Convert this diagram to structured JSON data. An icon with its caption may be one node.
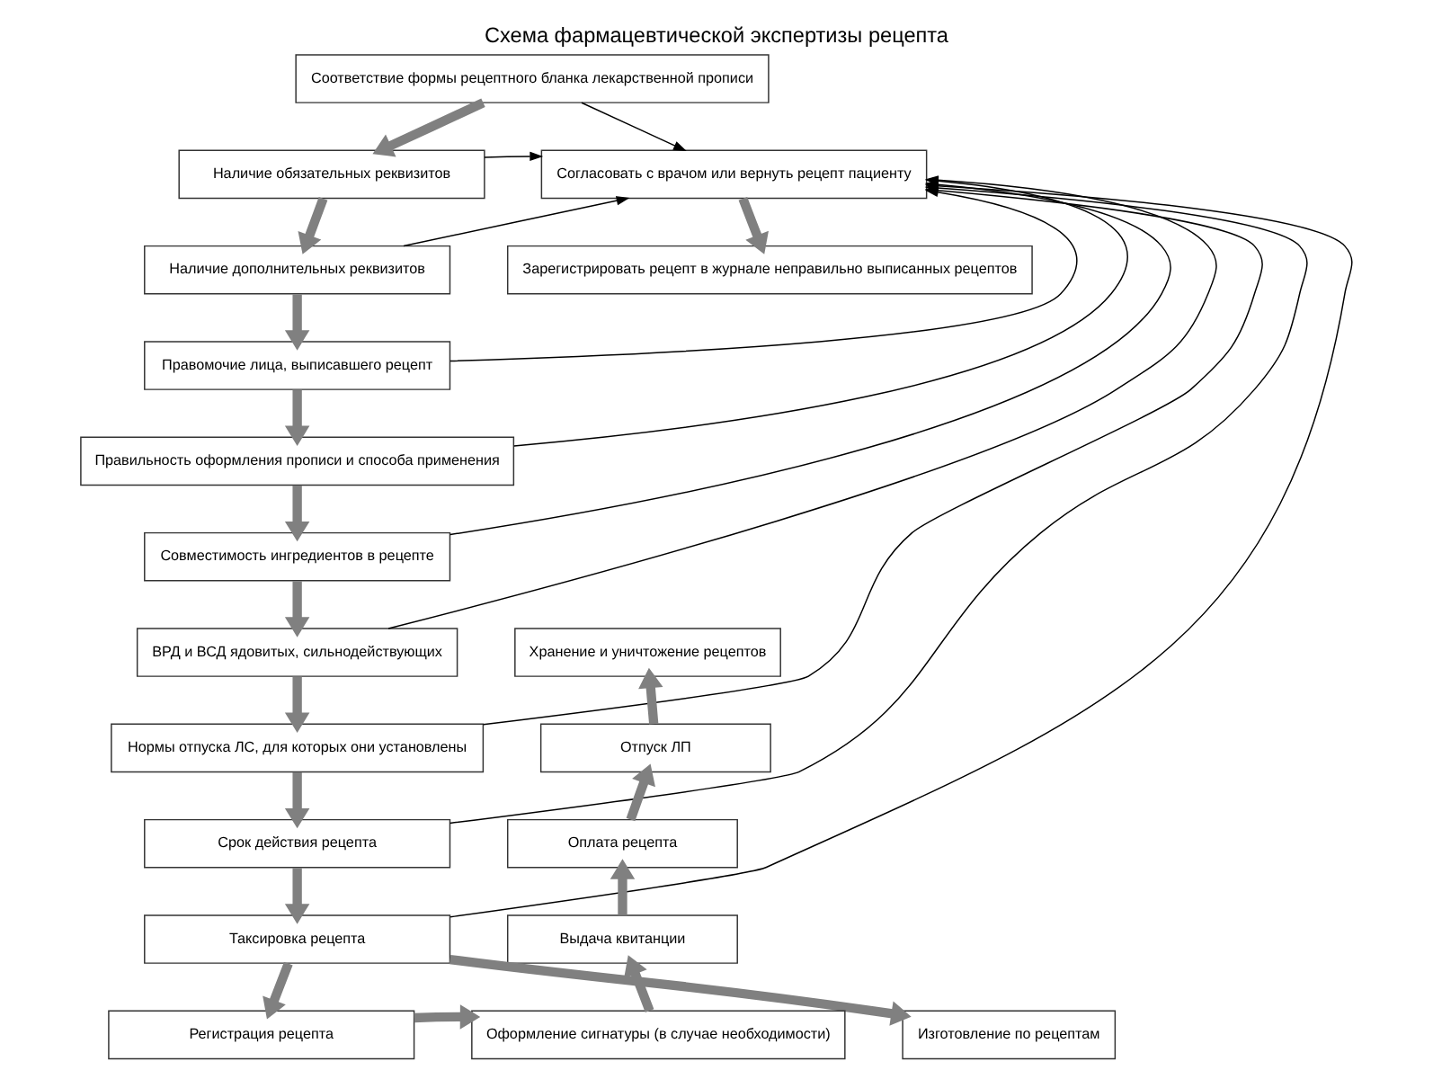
{
  "diagram": {
    "title": "Схема фармацевтической экспертизы рецепта",
    "nodes": [
      {
        "text": [
          "Соответствие формы рецептного бланка лекарственной прописи"
        ]
      },
      {
        "text": [
          "Наличие обязательных реквизитов"
        ]
      },
      {
        "text": [
          "Наличие дополнительных реквизитов"
        ]
      },
      {
        "text": [
          "Правомочие лица, выписавшего рецепт"
        ]
      },
      {
        "text": [
          "Правильность оформления прописи и способа применения"
        ]
      },
      {
        "text": [
          "Совместимость ингредиентов в рецепте"
        ]
      },
      {
        "text": [
          "ВРД и ВСД ядовитых, сильнодействующих"
        ]
      },
      {
        "text": [
          "Нормы отпуска ЛС, для которых они установлены"
        ]
      },
      {
        "text": [
          "Срок действия рецепта"
        ]
      },
      {
        "text": [
          "Таксировка рецепта"
        ]
      },
      {
        "text": [
          "Регистрация рецепта"
        ]
      },
      {
        "text": [
          "Согласовать с врачом или вернуть рецепт пациенту"
        ]
      },
      {
        "text": [
          "Зарегистрировать рецепт в журнале неправильно выписанных рецептов"
        ]
      },
      {
        "text": [
          "Хранение и уничтожение рецептов"
        ]
      },
      {
        "text": [
          "Отпуск ЛП"
        ]
      },
      {
        "text": [
          "Оплата рецепта"
        ]
      },
      {
        "text": [
          "Выдача квитанции"
        ]
      },
      {
        "text": [
          "Оформление сигнатуры (в случае необходимости)"
        ]
      },
      {
        "text": [
          "Изготовление по рецептам"
        ]
      }
    ],
    "edges": [
      {
        "from": 0,
        "to": 1,
        "arrow": "to"
      },
      {
        "from": 1,
        "to": 2,
        "arrow": "to"
      },
      {
        "from": 2,
        "to": 3,
        "arrow": "to"
      },
      {
        "from": 3,
        "to": 4,
        "arrow": "to"
      },
      {
        "from": 4,
        "to": 5,
        "arrow": "to"
      },
      {
        "from": 5,
        "to": 6,
        "arrow": "to"
      },
      {
        "from": 6,
        "to": 7,
        "arrow": "to"
      },
      {
        "from": 7,
        "to": 8,
        "arrow": "to"
      },
      {
        "from": 8,
        "to": 9,
        "arrow": "to"
      },
      {
        "from": 9,
        "to": 10,
        "arrow": "to"
      },
      {
        "from": 0,
        "to": 11,
        "arrow": "to",
        "color": "#000000"
      },
      {
        "from": 1,
        "to": 11,
        "arrow": "to",
        "color": "#000000"
      },
      {
        "from": 2,
        "to": 11,
        "arrow": "to",
        "color": "#000000"
      },
      {
        "from": 3,
        "to": 11,
        "arrow": "to",
        "color": "#000000"
      },
      {
        "from": 4,
        "to": 11,
        "arrow": "to",
        "color": "#000000"
      },
      {
        "from": 5,
        "to": 11,
        "arrow": "to",
        "color": "#000000"
      },
      {
        "from": 6,
        "to": 11,
        "arrow": "to",
        "color": "#000000"
      },
      {
        "from": 7,
        "to": 11,
        "arrow": "to",
        "color": "#000000"
      },
      {
        "from": 8,
        "to": 11,
        "arrow": "to",
        "color": "#000000"
      },
      {
        "from": 9,
        "to": 11,
        "arrow": "to",
        "color": "#000000"
      },
      {
        "from": 11,
        "to": 12,
        "arrow": "to"
      },
      {
        "from": 9,
        "to": 18,
        "arrow": "to"
      },
      {
        "from": 10,
        "to": 17,
        "arrow": "to"
      },
      {
        "from": 17,
        "to": 16,
        "arrow": "to"
      },
      {
        "from": 16,
        "to": 15,
        "arrow": "to"
      },
      {
        "from": 15,
        "to": 14,
        "arrow": "to"
      },
      {
        "from": 14,
        "to": 13,
        "arrow": "to"
      }
    ]
  }
}
